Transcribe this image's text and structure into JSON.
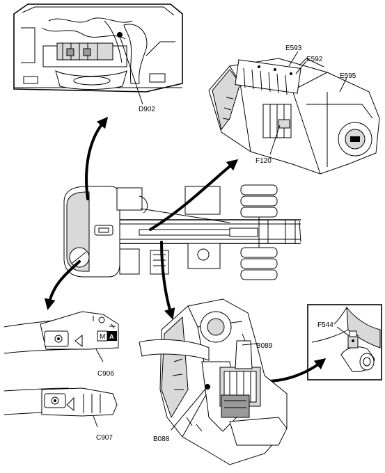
{
  "labels": {
    "d902": "D902",
    "e593": "E593",
    "e592": "E592",
    "e595": "E595",
    "f120": "F120",
    "c906": "C906",
    "c907": "C907",
    "b089": "B089",
    "b088": "B088",
    "f544": "F544"
  },
  "stalk_buttons": {
    "manual": "M",
    "auto": "A"
  },
  "colors": {
    "ink": "#000000",
    "paper": "#ffffff",
    "shade": "#d9d9d9",
    "dark_shade": "#9a9a9a"
  }
}
